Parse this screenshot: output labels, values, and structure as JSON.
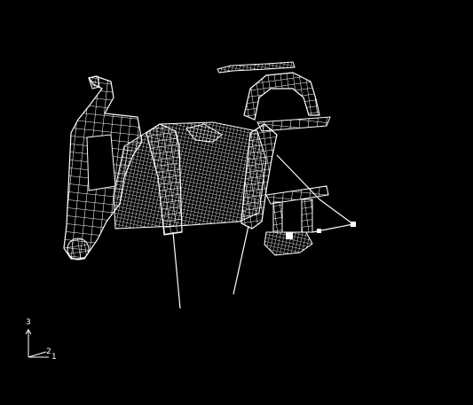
{
  "viewport": {
    "background_color": "#000000",
    "mesh_color": "#ffffff",
    "model_description_icon": "fe-mesh-wireframe-icon"
  },
  "triad": {
    "axis_vertical": "3",
    "axis_horizontal_a": "2",
    "axis_horizontal_b": "1"
  }
}
